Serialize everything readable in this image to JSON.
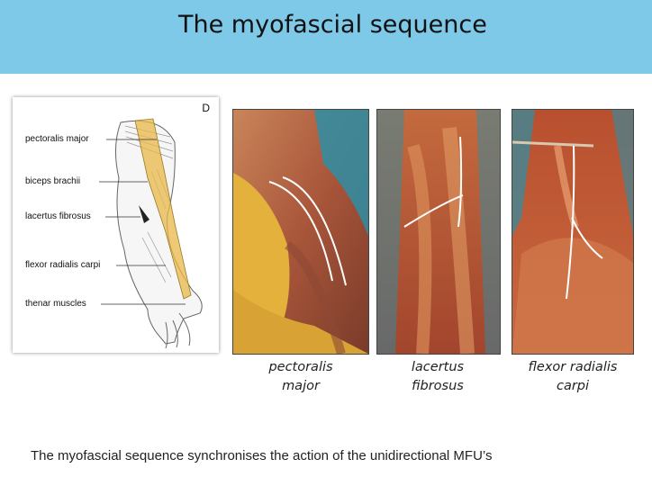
{
  "slide": {
    "title": "The myofascial sequence",
    "footer": "The myofascial sequence synchronises the action of the unidirectional MFU’s"
  },
  "diagram": {
    "panel_letter": "D",
    "labels": [
      "pectoralis major",
      "biceps brachii",
      "lacertus fibrosus",
      "flexor radialis carpi",
      "thenar muscles"
    ]
  },
  "photos": [
    {
      "caption_line1": "pectoralis",
      "caption_line2": "major"
    },
    {
      "caption_line1": "lacertus",
      "caption_line2": "fibrosus"
    },
    {
      "caption_line1": "flexor radialis",
      "caption_line2": "carpi"
    }
  ],
  "colors": {
    "header": "#7ec8e8",
    "highlight": "#e8b84a",
    "fascia_line": "#ffffff"
  }
}
